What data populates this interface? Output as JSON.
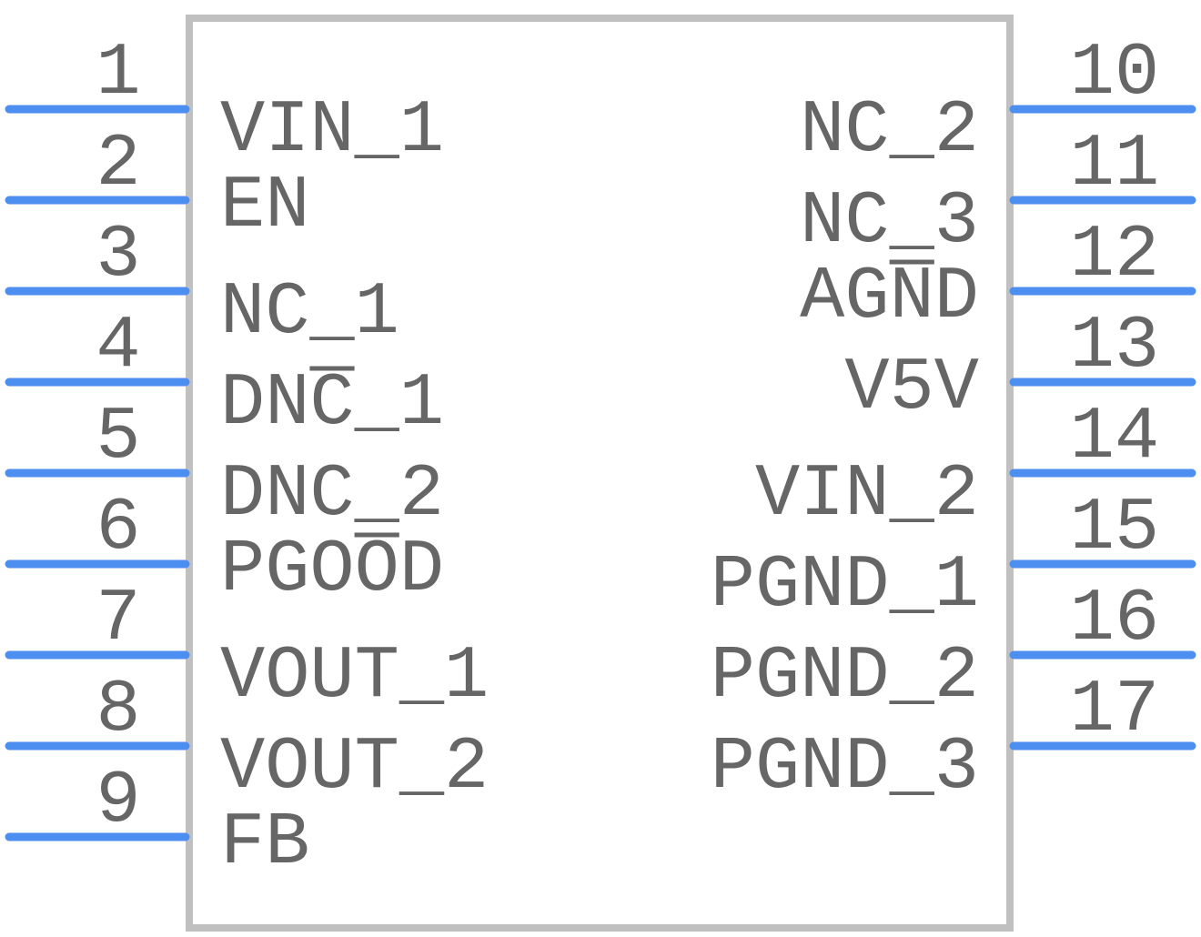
{
  "component": {
    "colors": {
      "pin": "#4d8ff0",
      "body_outline": "#c0c0c0",
      "text": "#666666",
      "background": "#ffffff"
    },
    "left_pins": [
      {
        "number": "1",
        "name": "VIN_1"
      },
      {
        "number": "2",
        "name": "EN"
      },
      {
        "number": "3",
        "name": "NC_1"
      },
      {
        "number": "4",
        "name": "DNC_1"
      },
      {
        "number": "5",
        "name": "DNC_2"
      },
      {
        "number": "6",
        "name": "PGOOD"
      },
      {
        "number": "7",
        "name": "VOUT_1"
      },
      {
        "number": "8",
        "name": "VOUT_2"
      },
      {
        "number": "9",
        "name": "FB"
      }
    ],
    "right_pins": [
      {
        "number": "10",
        "name": "NC_2"
      },
      {
        "number": "11",
        "name": "NC_3"
      },
      {
        "number": "12",
        "name": "AGND"
      },
      {
        "number": "13",
        "name": "V5V"
      },
      {
        "number": "14",
        "name": "VIN_2"
      },
      {
        "number": "15",
        "name": "PGND_1"
      },
      {
        "number": "16",
        "name": "PGND_2"
      },
      {
        "number": "17",
        "name": "PGND_3"
      }
    ]
  }
}
